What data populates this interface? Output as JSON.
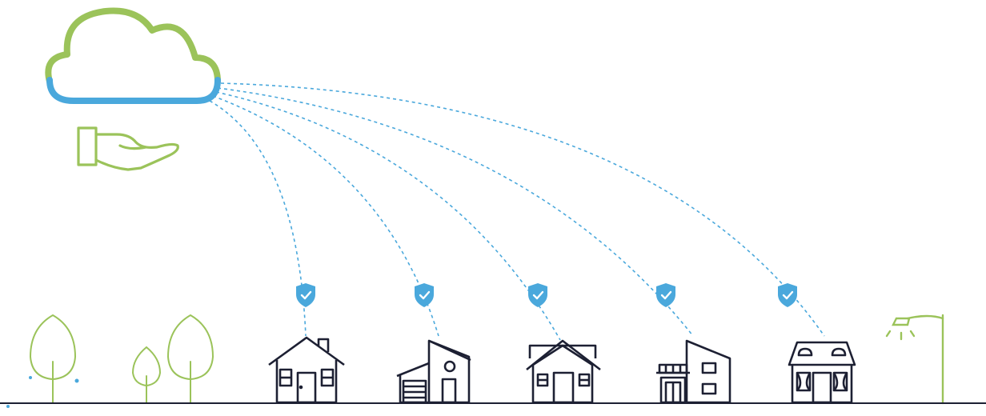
{
  "colors": {
    "cloud_green": "#9bc35a",
    "cloud_blue": "#4aa8dc",
    "dashed_link": "#4aa8dc",
    "shield": "#4aa8dc",
    "house_stroke": "#1d2033",
    "ground": "#1d2033",
    "tree_green": "#9bc35a",
    "lamp_green": "#9bc35a",
    "background": "#ffffff"
  },
  "icons": {
    "cloud": "cloud-icon",
    "hand": "open-hand-icon",
    "shield": "shield-check-icon",
    "tree": "tree-icon",
    "street_lamp": "street-lamp-icon"
  },
  "houses": [
    {
      "id": "house-1",
      "style": "chimney-gable"
    },
    {
      "id": "house-2",
      "style": "garage-modern"
    },
    {
      "id": "house-3",
      "style": "double-gable"
    },
    {
      "id": "house-4",
      "style": "porch-modern"
    },
    {
      "id": "house-5",
      "style": "mansard"
    }
  ],
  "protected_homes_count": 5
}
